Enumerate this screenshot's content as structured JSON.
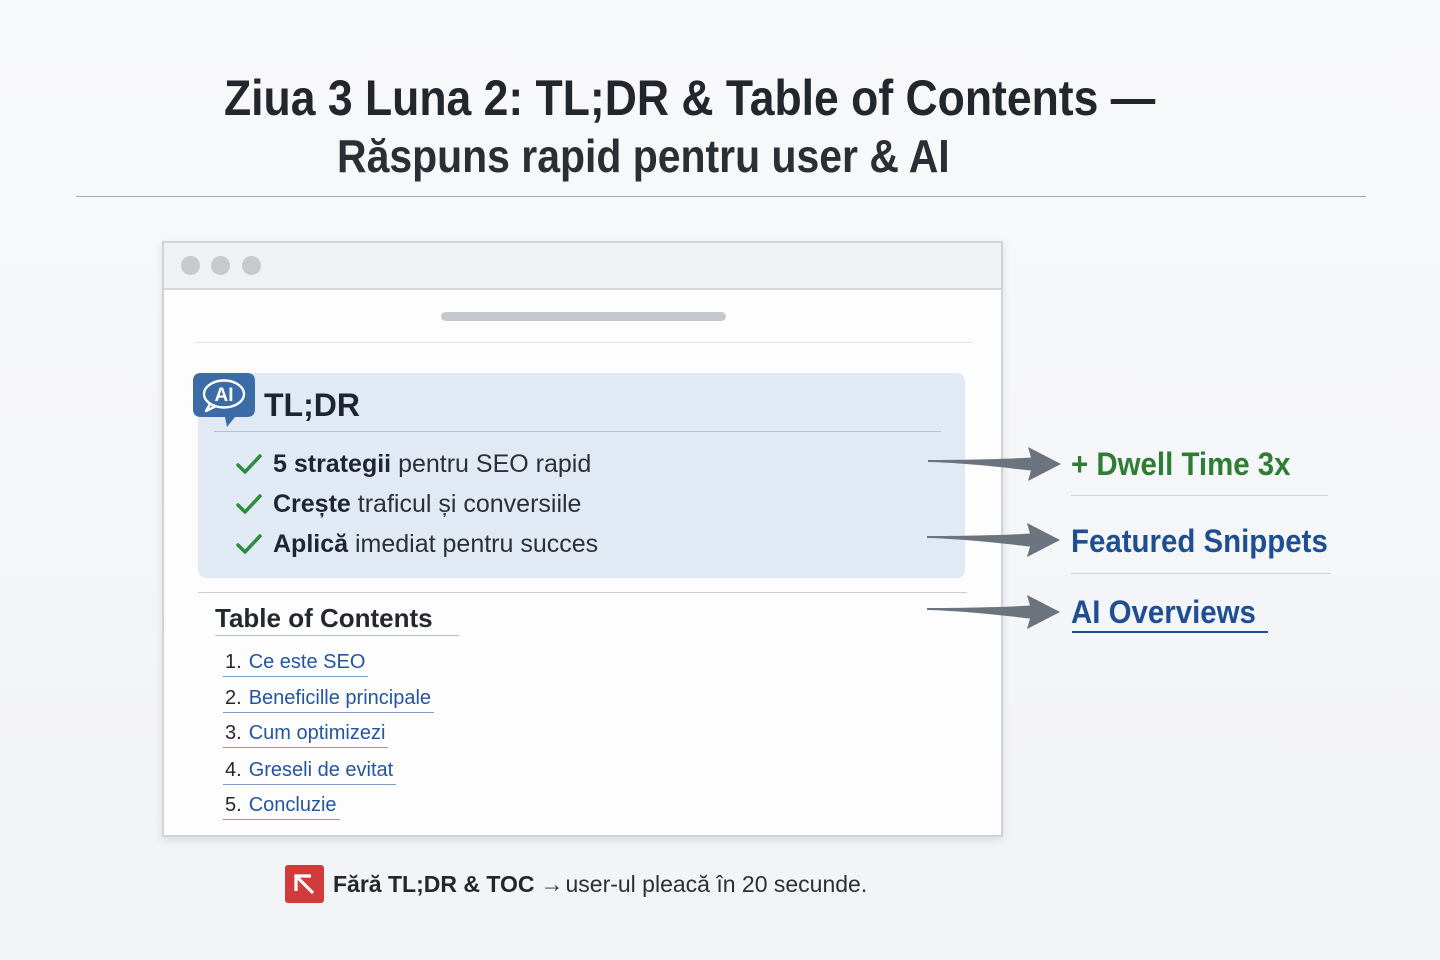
{
  "header": {
    "title": "Ziua 3 Luna 2: TL;DR & Table of Contents —",
    "subtitle": "Răspuns rapid pentru user & AI"
  },
  "browser": {
    "tldr": {
      "icon": "ai-chat-bubble-icon",
      "icon_text": "AI",
      "heading": "TL;DR",
      "items": [
        {
          "icon": "checkmark-icon",
          "highlight": "5 strategii",
          "text": "pentru SEO rapid"
        },
        {
          "icon": "checkmark-icon",
          "highlight": "Crește",
          "text": "traficul și conversiile"
        },
        {
          "icon": "checkmark-icon",
          "highlight": "Aplică",
          "text": "imediat pentru succes"
        }
      ]
    },
    "toc": {
      "heading": "Table of Contents",
      "items": [
        {
          "number": "1.",
          "label": "Ce este SEO"
        },
        {
          "number": "2.",
          "label": "Beneficille principale"
        },
        {
          "number": "3.",
          "label": "Cum optimizezi"
        },
        {
          "number": "4.",
          "label": "Greseli de evitat"
        },
        {
          "number": "5.",
          "label": "Concluzie"
        }
      ]
    }
  },
  "benefits": [
    {
      "icon": "arrow-right-icon",
      "label": "+ Dwell Time 3x",
      "color": "#2f7d34"
    },
    {
      "icon": "arrow-right-icon",
      "label": "Featured Snippets",
      "color": "#1f4f91"
    },
    {
      "icon": "arrow-right-icon",
      "label": "AI Overviews",
      "color": "#1f4f91"
    }
  ],
  "footer": {
    "icon": "arrow-up-left-icon",
    "highlight": "Fără TL;DR & TOC",
    "arrow": "→",
    "text": "user-ul pleacă în 20 secunde."
  },
  "colors": {
    "title": "#22262d",
    "tldr_background": "#e1eaf4",
    "ai_icon": "#3b6ca6",
    "check": "#2f8a41",
    "link": "#2456a0",
    "arrow": "#6b737e",
    "alert": "#d23b3b"
  }
}
